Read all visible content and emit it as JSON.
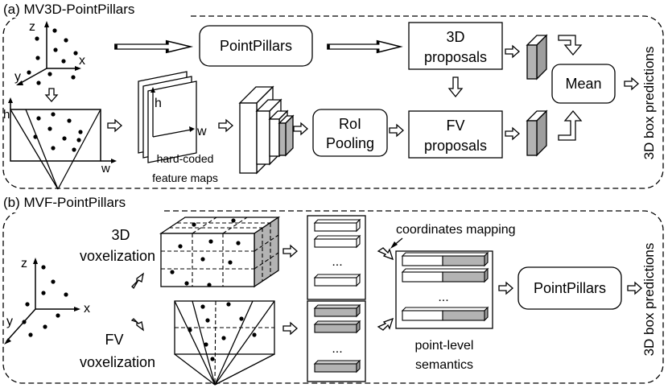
{
  "panel_a": {
    "title": "(a) MV3D-PointPillars",
    "axes": {
      "z": "z",
      "y": "y",
      "x": "x"
    },
    "fv_axes": {
      "h": "h",
      "w": "w"
    },
    "feature_map": {
      "h": "h",
      "w": "w",
      "caption_line1": "hard-coded",
      "caption_line2": "feature maps"
    },
    "pointpillars": "PointPillars",
    "proposals_3d_line1": "3D",
    "proposals_3d_line2": "proposals",
    "roi_line1": "RoI",
    "roi_line2": "Pooling",
    "fv_proposals_line1": "FV",
    "fv_proposals_line2": "proposals",
    "mean": "Mean",
    "output": "3D box predictions"
  },
  "panel_b": {
    "title": "(b) MVF-PointPillars",
    "axes": {
      "z": "z",
      "y": "y",
      "x": "x"
    },
    "vox3d_line1": "3D",
    "vox3d_line2": "voxelization",
    "voxfv_line1": "FV",
    "voxfv_line2": "voxelization",
    "list_ellipsis": "...",
    "coords_mapping": "coordinates mapping",
    "semantics_line1": "point-level",
    "semantics_line2": "semantics",
    "pointpillars": "PointPillars",
    "output": "3D box predictions"
  },
  "colors": {
    "stroke": "#000000",
    "fill_gray": "#b3b3b3",
    "fill_dark": "#9e9e9e",
    "background": "#ffffff"
  }
}
